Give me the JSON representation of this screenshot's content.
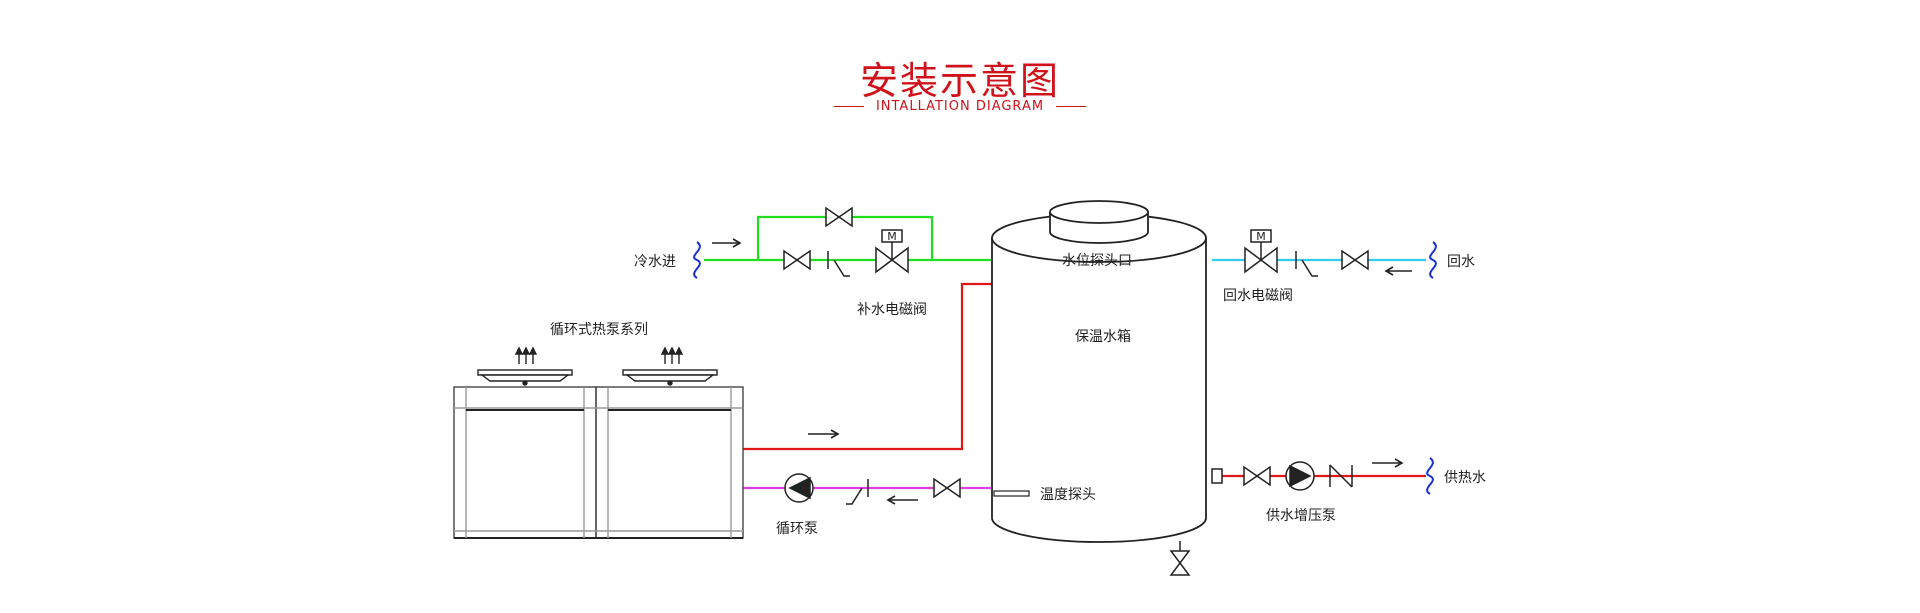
{
  "header": {
    "title": "安装示意图",
    "subtitle": "INTALLATION DIAGRAM"
  },
  "labels": {
    "cold_water_in": "冷水进",
    "makeup_valve": "补水电磁阀",
    "level_probe_port": "水位探头口",
    "insulated_tank": "保温水箱",
    "return_water": "回水",
    "return_valve": "回水电磁阀",
    "heat_pump_series": "循环式热泵系列",
    "circulation_pump": "循环泵",
    "temperature_probe": "温度探头",
    "hot_water_supply": "供热水",
    "booster_pump": "供水增压泵",
    "motor_mark": "M"
  },
  "colors": {
    "title_red": "#d0121a",
    "cold_line": "#22dd22",
    "return_line": "#33ccee",
    "hot_line": "#e01818",
    "circ_line": "#e040e0",
    "wave": "#1a2fd8",
    "stroke": "#222222"
  }
}
